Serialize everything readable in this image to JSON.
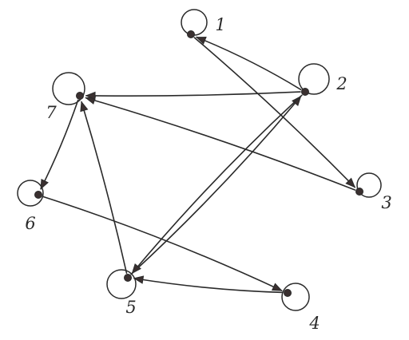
{
  "diagram": {
    "nodes": [
      {
        "id": "1",
        "label": "1",
        "self_loop": true
      },
      {
        "id": "2",
        "label": "2",
        "self_loop": true
      },
      {
        "id": "3",
        "label": "3",
        "self_loop": true
      },
      {
        "id": "4",
        "label": "4",
        "self_loop": true
      },
      {
        "id": "5",
        "label": "5",
        "self_loop": true
      },
      {
        "id": "6",
        "label": "6",
        "self_loop": true
      },
      {
        "id": "7",
        "label": "7",
        "self_loop": true
      }
    ],
    "edges": [
      {
        "from": "2",
        "to": "1"
      },
      {
        "from": "1",
        "to": "3"
      },
      {
        "from": "3",
        "to": "7"
      },
      {
        "from": "2",
        "to": "7"
      },
      {
        "from": "7",
        "to": "6"
      },
      {
        "from": "6",
        "to": "4"
      },
      {
        "from": "4",
        "to": "5"
      },
      {
        "from": "5",
        "to": "7"
      },
      {
        "from": "5",
        "to": "2"
      },
      {
        "from": "2",
        "to": "5"
      }
    ],
    "colors": {
      "ink": "#2a2a2a",
      "node_fill": "#3a3030"
    }
  }
}
